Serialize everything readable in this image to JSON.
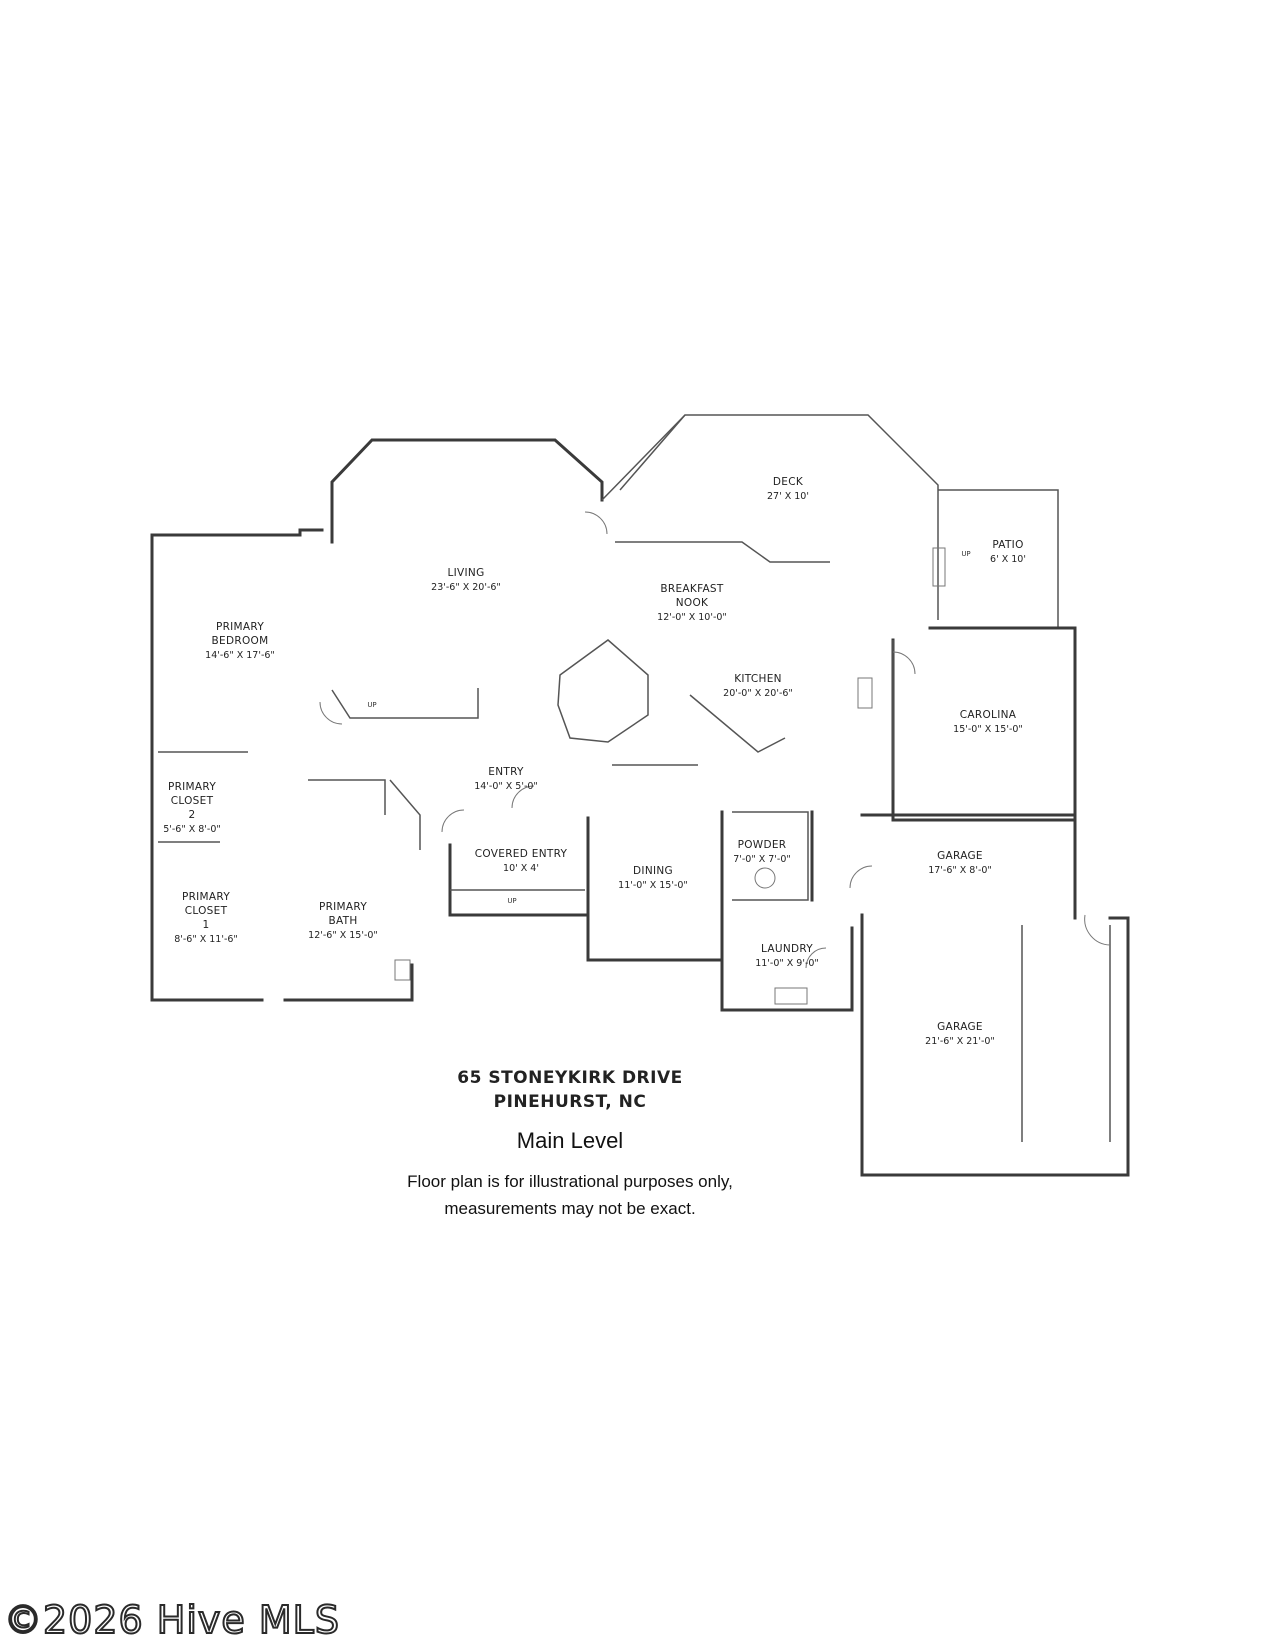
{
  "plan": {
    "rooms": [
      {
        "id": "deck",
        "name": [
          "DECK"
        ],
        "dims": "27' X 10'"
      },
      {
        "id": "patio",
        "name": [
          "PATIO"
        ],
        "dims": "6' X 10'"
      },
      {
        "id": "living",
        "name": [
          "LIVING"
        ],
        "dims": "23'-6\" X 20'-6\""
      },
      {
        "id": "breakfast-nook",
        "name": [
          "BREAKFAST",
          "NOOK"
        ],
        "dims": "12'-0\" X 10'-0\""
      },
      {
        "id": "primary-bedroom",
        "name": [
          "PRIMARY",
          "BEDROOM"
        ],
        "dims": "14'-6\" X 17'-6\""
      },
      {
        "id": "kitchen",
        "name": [
          "KITCHEN"
        ],
        "dims": "20'-0\" X 20'-6\""
      },
      {
        "id": "carolina",
        "name": [
          "CAROLINA"
        ],
        "dims": "15'-0\" X 15'-0\""
      },
      {
        "id": "entry",
        "name": [
          "ENTRY"
        ],
        "dims": "14'-0\" X 5'-0\""
      },
      {
        "id": "primary-closet-2",
        "name": [
          "PRIMARY",
          "CLOSET",
          "2"
        ],
        "dims": "5'-6\" X 8'-0\""
      },
      {
        "id": "covered-entry",
        "name": [
          "COVERED ENTRY"
        ],
        "dims": "10' X 4'"
      },
      {
        "id": "powder",
        "name": [
          "POWDER"
        ],
        "dims": "7'-0\" X 7'-0\""
      },
      {
        "id": "garage-upper",
        "name": [
          "GARAGE"
        ],
        "dims": "17'-6\" X 8'-0\""
      },
      {
        "id": "dining",
        "name": [
          "DINING"
        ],
        "dims": "11'-0\" X 15'-0\""
      },
      {
        "id": "primary-closet-1",
        "name": [
          "PRIMARY",
          "CLOSET",
          "1"
        ],
        "dims": "8'-6\" X 11'-6\""
      },
      {
        "id": "primary-bath",
        "name": [
          "PRIMARY",
          "BATH"
        ],
        "dims": "12'-6\" X 15'-0\""
      },
      {
        "id": "laundry",
        "name": [
          "LAUNDRY"
        ],
        "dims": "11'-0\" X 9'-0\""
      },
      {
        "id": "garage-lower",
        "name": [
          "GARAGE"
        ],
        "dims": "21'-6\" X 21'-0\""
      }
    ],
    "stair_labels": {
      "up": "UP"
    }
  },
  "caption": {
    "address_line1": "65 STONEYKIRK DRIVE",
    "address_line2": "PINEHURST, NC",
    "level": "Main Level",
    "disclaimer_line1": "Floor plan is for illustrational purposes only,",
    "disclaimer_line2": "measurements may not be exact."
  },
  "watermark": "©2026 Hive MLS"
}
